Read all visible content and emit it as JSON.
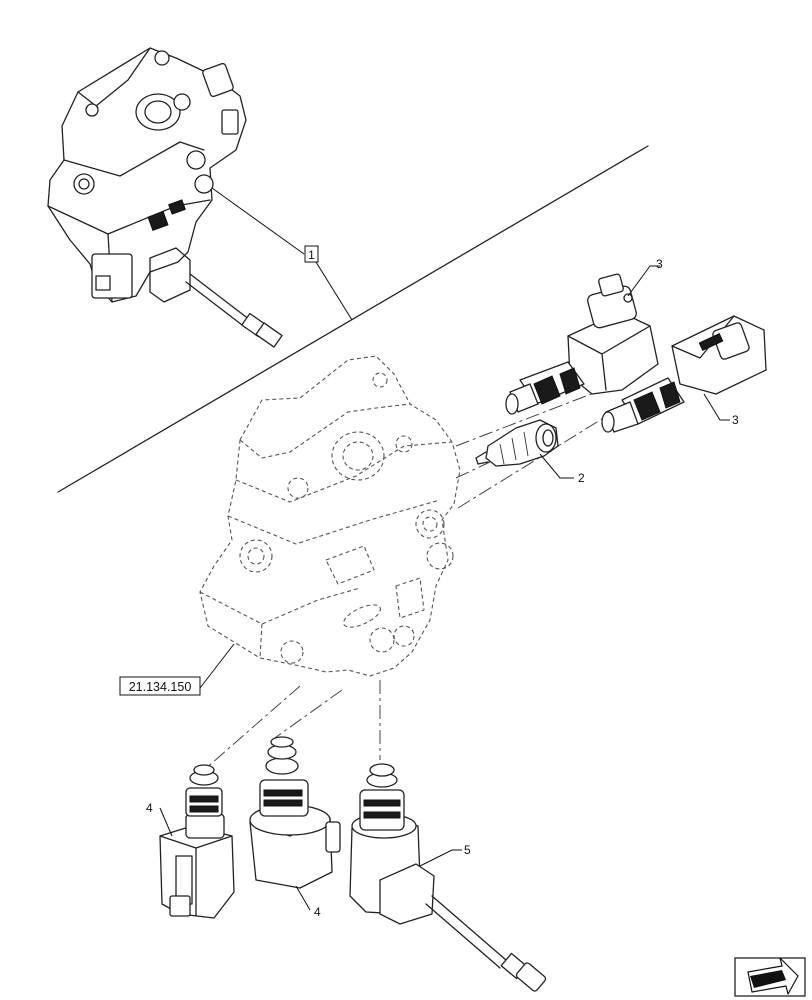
{
  "callouts": {
    "item1": "1",
    "item2": "2",
    "item3a": "3",
    "item3b": "3",
    "item4a": "4",
    "item4b": "4",
    "item5": "5"
  },
  "reference": {
    "label": "21.134.150"
  },
  "icons": {
    "nav": "arrow-icon"
  }
}
